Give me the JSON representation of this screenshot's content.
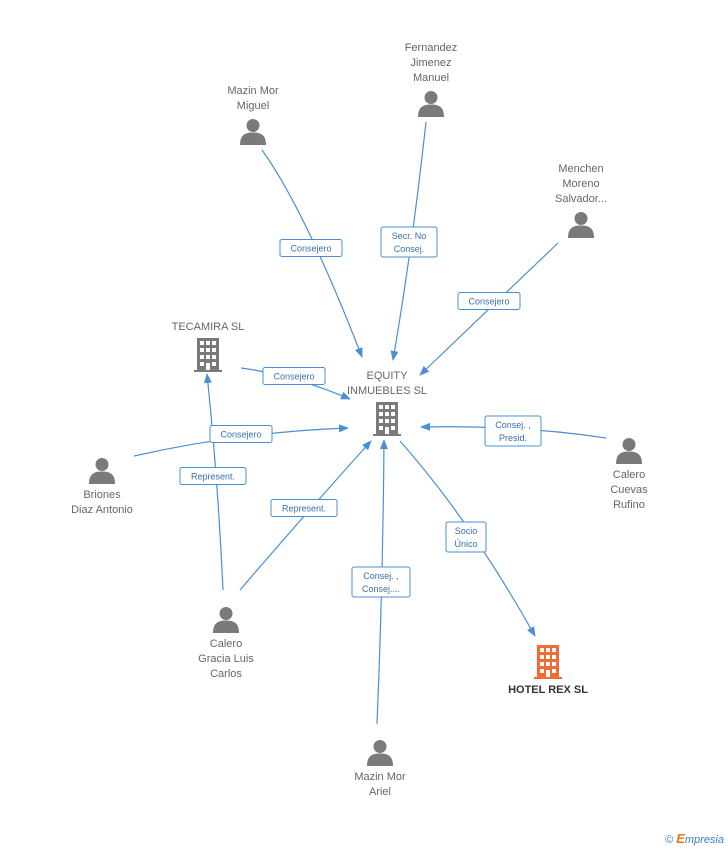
{
  "colors": {
    "edge": "#4a8fd4",
    "person": "#7a7a7a",
    "company": "#7a7a7a",
    "highlight": "#f26a35"
  },
  "nodes": [
    {
      "id": "equity",
      "type": "company",
      "lines": [
        "EQUITY",
        "INMUEBLES SL"
      ],
      "label_pos": "above"
    },
    {
      "id": "hotelrex",
      "type": "company-highlight",
      "lines": [
        "HOTEL REX SL"
      ],
      "label_pos": "below"
    },
    {
      "id": "tecamira",
      "type": "company",
      "lines": [
        "TECAMIRA SL"
      ],
      "label_pos": "above"
    },
    {
      "id": "mazinmiguel",
      "type": "person",
      "lines": [
        "Mazin Mor",
        "Miguel"
      ],
      "label_pos": "above"
    },
    {
      "id": "fernandez",
      "type": "person",
      "lines": [
        "Fernandez",
        "Jimenez",
        "Manuel"
      ],
      "label_pos": "above"
    },
    {
      "id": "menchen",
      "type": "person",
      "lines": [
        "Menchen",
        "Moreno",
        "Salvador..."
      ],
      "label_pos": "above"
    },
    {
      "id": "calerocuevas",
      "type": "person",
      "lines": [
        "Calero",
        "Cuevas",
        "Rufino"
      ],
      "label_pos": "below"
    },
    {
      "id": "briones",
      "type": "person",
      "lines": [
        "Briones",
        "Diaz Antonio"
      ],
      "label_pos": "below"
    },
    {
      "id": "calerogracia",
      "type": "person",
      "lines": [
        "Calero",
        "Gracia Luis",
        "Carlos"
      ],
      "label_pos": "below"
    },
    {
      "id": "mazinariel",
      "type": "person",
      "lines": [
        "Mazin Mor",
        "Ariel"
      ],
      "label_pos": "below"
    }
  ],
  "edges": [
    {
      "from": "mazinmiguel",
      "to": "equity",
      "lines": [
        "Consejero"
      ]
    },
    {
      "from": "fernandez",
      "to": "equity",
      "lines": [
        "Secr.  No",
        "Consej."
      ]
    },
    {
      "from": "menchen",
      "to": "equity",
      "lines": [
        "Consejero"
      ]
    },
    {
      "from": "tecamira",
      "to": "equity",
      "lines": [
        "Consejero"
      ]
    },
    {
      "from": "briones",
      "to": "equity",
      "lines": [
        "Consejero"
      ]
    },
    {
      "from": "calerocuevas",
      "to": "equity",
      "lines": [
        "Consej. ,",
        "Presid."
      ]
    },
    {
      "from": "calerogracia",
      "to": "tecamira",
      "lines": [
        "Represent."
      ]
    },
    {
      "from": "calerogracia",
      "to": "equity",
      "lines": [
        "Represent."
      ]
    },
    {
      "from": "mazinariel",
      "to": "equity",
      "lines": [
        "Consej. ,",
        "Consej...."
      ]
    },
    {
      "from": "equity",
      "to": "hotelrex",
      "lines": [
        "Socio",
        "Único"
      ]
    }
  ],
  "footer": {
    "copyright": "©",
    "brand_initial": "E",
    "brand_rest": "mpresia"
  }
}
